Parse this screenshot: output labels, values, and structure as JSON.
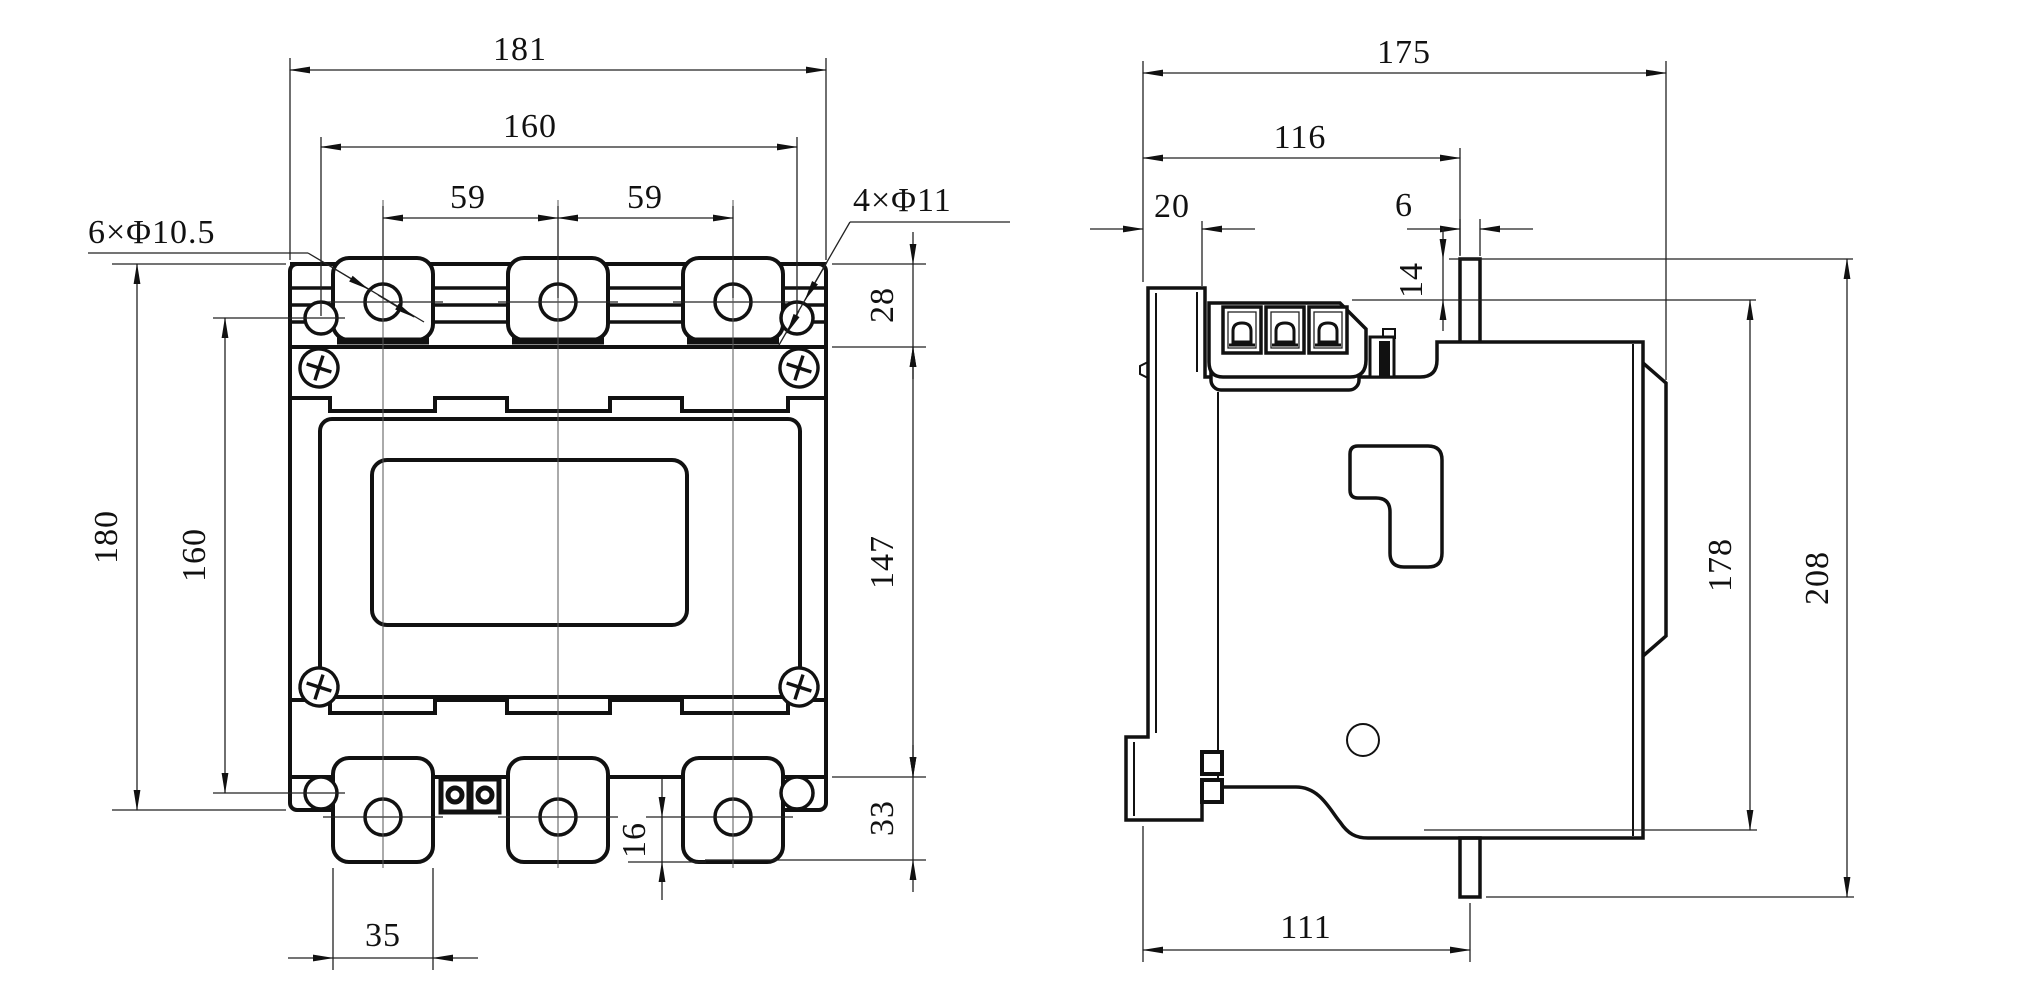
{
  "dims": {
    "front": {
      "overall_width": "181",
      "hole_spacing_x": "160",
      "pitch1": "59",
      "pitch2": "59",
      "terminal_holes": "6×Φ10.5",
      "corner_holes": "4×Φ11",
      "offset_top": "28",
      "mid_height": "147",
      "offset_bottom": "33",
      "overall_height": "180",
      "hole_spacing_y": "160",
      "tab_width": "35",
      "tab_overhang": "16"
    },
    "side": {
      "overall_depth": "175",
      "upper_depth": "116",
      "flange_depth": "20",
      "pin_width": "6",
      "pin_height": "14",
      "body_height": "178",
      "overall_height": "208",
      "base_depth": "111"
    }
  }
}
